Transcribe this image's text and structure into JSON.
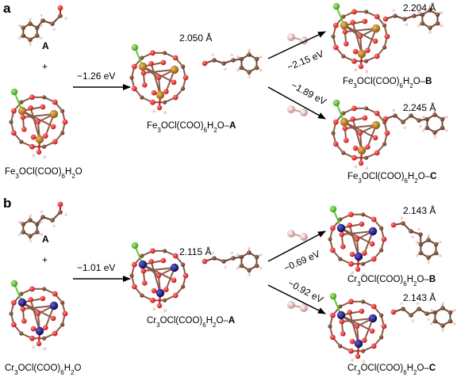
{
  "panels": {
    "a": {
      "label": "a",
      "reactant_a": {
        "name": "A"
      },
      "plus": "+",
      "cluster": {
        "formula": [
          "Fe",
          "3",
          "OCl(COO)",
          "6",
          "H",
          "2",
          "O"
        ]
      },
      "step1": {
        "energy": "−1.26 eV"
      },
      "intermediate": {
        "distance": "2.050 Å",
        "formula": [
          "Fe",
          "3",
          "OCl(COO)",
          "6",
          "H",
          "2",
          "O–",
          "A"
        ]
      },
      "route_b": {
        "energy": "−2.15 eV",
        "distance": "2.204 Å",
        "formula": [
          "Fe",
          "3",
          "OCl(COO)",
          "6",
          "H",
          "2",
          "O–",
          "B"
        ]
      },
      "route_c": {
        "energy": "−1.89 eV",
        "distance": "2.245 Å",
        "formula": [
          "Fe",
          "3",
          "OCl(COO)",
          "6",
          "H",
          "2",
          "O–",
          "C"
        ]
      },
      "metal_color": "#b8862a"
    },
    "b": {
      "label": "b",
      "reactant_a": {
        "name": "A"
      },
      "plus": "+",
      "cluster": {
        "formula": [
          "Cr",
          "3",
          "OCl(COO)",
          "6",
          "H",
          "2",
          "O"
        ]
      },
      "step1": {
        "energy": "−1.01 eV"
      },
      "intermediate": {
        "distance": "2.115 Å",
        "formula": [
          "Cr",
          "3",
          "OCl(COO)",
          "6",
          "H",
          "2",
          "O–",
          "A"
        ]
      },
      "route_b": {
        "energy": "−0.69 eV",
        "distance": "2.143 Å",
        "formula": [
          "Cr",
          "3",
          "OCl(COO)",
          "6",
          "H",
          "2",
          "O–",
          "B"
        ]
      },
      "route_c": {
        "energy": "−0.92 eV",
        "distance": "2.143 Å",
        "formula": [
          "Cr",
          "3",
          "OCl(COO)",
          "6",
          "H",
          "2",
          "O–",
          "C"
        ]
      },
      "metal_color": "#1f1a7a"
    }
  },
  "atom_colors": {
    "oxygen": "#e02020",
    "carbon": "#7a4a32",
    "hydrogen": "#f0c8c8",
    "chlorine": "#5cc832",
    "h2": "#d8a8a8"
  }
}
